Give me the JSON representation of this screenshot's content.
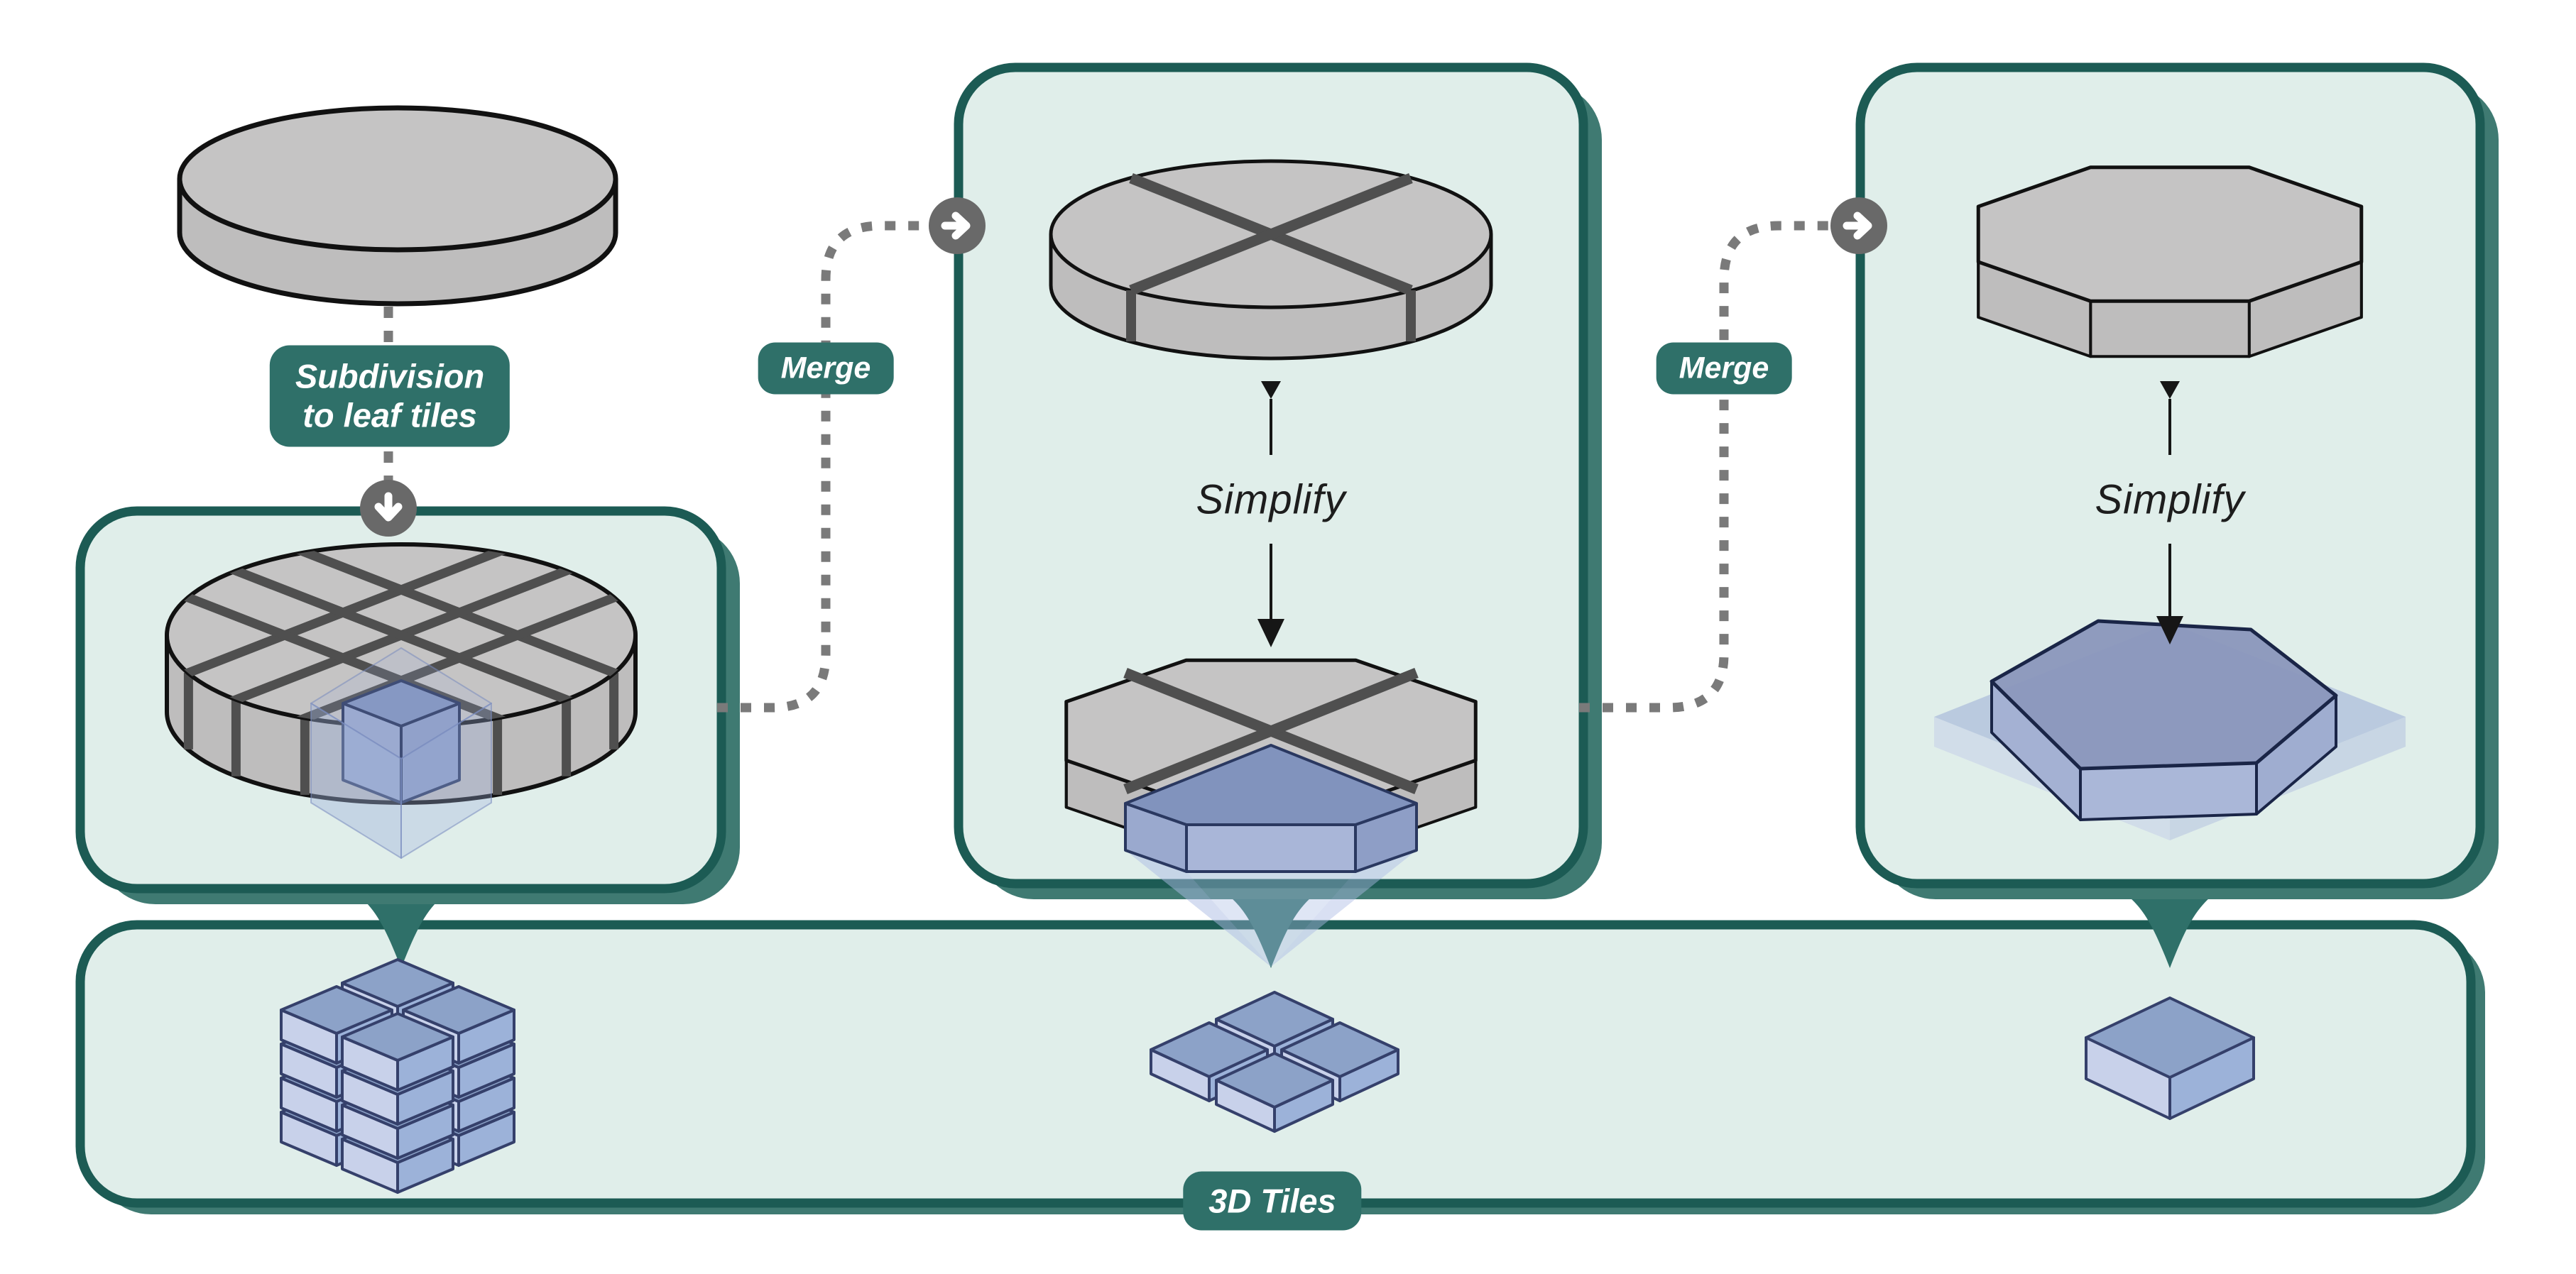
{
  "colors": {
    "teal_border": "#1C5B54",
    "teal_shadow": "#3F7A72",
    "teal_badge": "#2F7069",
    "panel_fill": "#E0EEEA",
    "disk_top": "#C5C4C4",
    "disk_side": "#BEBDBD",
    "outline": "#111111",
    "tile_gap": "#4F4F4F",
    "dotted_line": "#7A7A7A",
    "arrow_circle": "#696969",
    "blue_top": "#8CA2C8",
    "blue_left": "#C8D1EA",
    "blue_right": "#9CB2D9",
    "blue_stroke": "#35406B",
    "highlight_top": "#8193BD",
    "highlight_left": "#9AA9CE",
    "highlight_right": "#8E9EC6",
    "highlight_stroke": "#2A3860",
    "translucent_blue": "rgba(160,178,220,0.42)",
    "hex_stroke": "#1A2547"
  },
  "labels": {
    "subdivision_line1": "Subdivision",
    "subdivision_line2": "to leaf tiles",
    "merge_left": "Merge",
    "merge_right": "Merge",
    "simplify_middle": "Simplify",
    "simplify_right": "Simplify",
    "output_bar": "3D Tiles"
  }
}
